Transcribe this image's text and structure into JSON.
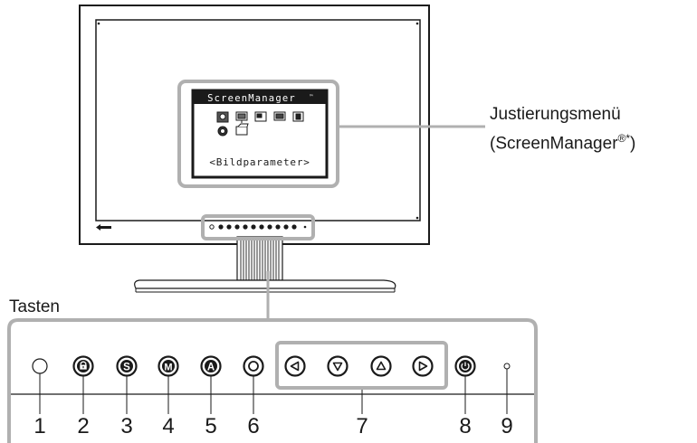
{
  "callout": {
    "line1": "Justierungsmenü",
    "line2_main": "(ScreenManager",
    "line2_sup": "®*",
    "line2_end": ")"
  },
  "osd": {
    "title": "ScreenManager",
    "title_tm": "™",
    "submenu": "<Bildparameter>"
  },
  "section_label": "Tasten",
  "button_numbers": [
    "1",
    "2",
    "3",
    "4",
    "5",
    "6",
    "7",
    "8",
    "9"
  ],
  "buttons": [
    {
      "icon": "sensor-icon"
    },
    {
      "icon": "lock-icon"
    },
    {
      "icon": "s-mode-icon",
      "letter": "S"
    },
    {
      "icon": "m-mode-icon",
      "letter": "M"
    },
    {
      "icon": "auto-icon",
      "letter": "A"
    },
    {
      "icon": "enter-icon"
    },
    {
      "icon": "left-arrow-icon"
    },
    {
      "icon": "down-arrow-icon"
    },
    {
      "icon": "up-arrow-icon"
    },
    {
      "icon": "right-arrow-icon"
    },
    {
      "icon": "power-icon"
    },
    {
      "icon": "power-led-icon"
    }
  ],
  "colors": {
    "line": "#1a1a1a",
    "callout_gray": "#b0b0b0",
    "osd_fill": "#ffffff"
  }
}
